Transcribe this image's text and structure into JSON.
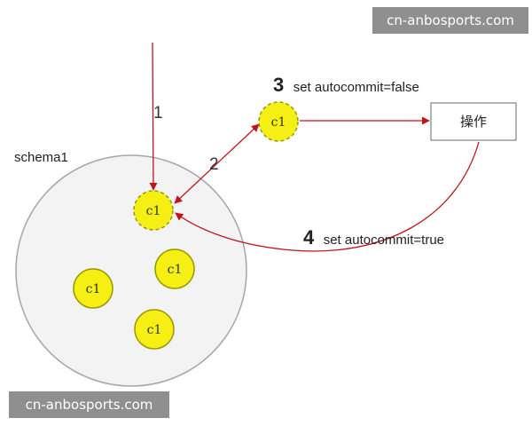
{
  "schema_label": "schema1",
  "pool_connections": [
    "c1",
    "c1",
    "c1",
    "c1"
  ],
  "active_connection": "c1",
  "operation_label": "操作",
  "steps": [
    {
      "number": "1",
      "text": ""
    },
    {
      "number": "2",
      "text": ""
    },
    {
      "number": "3",
      "text": "set  autocommit=false"
    },
    {
      "number": "4",
      "text": "set  autocommit=true"
    }
  ],
  "watermark_top": "cn-anbosports.com",
  "watermark_bottom": "cn-anbosports.com",
  "colors": {
    "arrow": "#c0141c",
    "node_fill": "#f5ef14",
    "node_stroke": "#9a9a00",
    "schema_fill": "#f3f3f3",
    "schema_stroke": "#a6a6a6",
    "box_stroke": "#6a6a6a"
  }
}
